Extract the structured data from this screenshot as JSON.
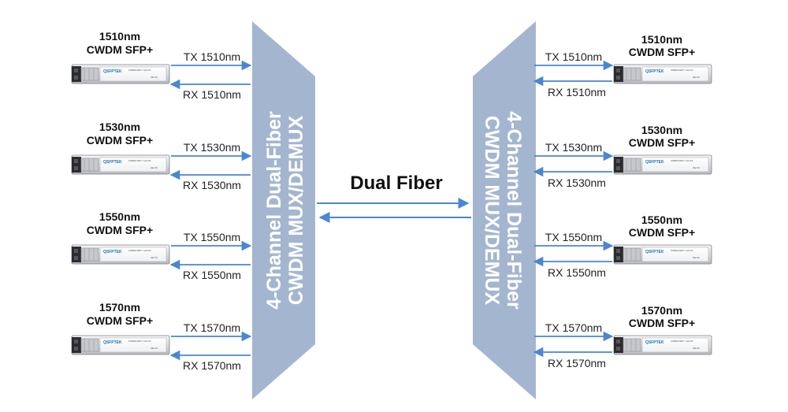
{
  "center": {
    "label": "Dual Fiber"
  },
  "mux_left": {
    "line1": "4-Channel Dual-Fiber",
    "line2": "CWDM MUX/DEMUX"
  },
  "mux_right": {
    "line1": "4-Channel Dual-Fiber",
    "line2": "CWDM MUX/DEMUX"
  },
  "module": {
    "brand": "QSFPTEK",
    "part": "CWDM-SFP-*-LR-XX",
    "marks": "CE FC"
  },
  "colors": {
    "mux_fill": "#a4b6cf",
    "arrow": "#4a86d4",
    "module_body": "#e9eaec"
  },
  "left_channels": [
    {
      "wavelength": "1510nm",
      "module": "CWDM SFP+",
      "tx": "TX 1510nm",
      "rx": "RX 1510nm"
    },
    {
      "wavelength": "1530nm",
      "module": "CWDM SFP+",
      "tx": "TX 1530nm",
      "rx": "RX 1530nm"
    },
    {
      "wavelength": "1550nm",
      "module": "CWDM SFP+",
      "tx": "TX 1550nm",
      "rx": "RX 1550nm"
    },
    {
      "wavelength": "1570nm",
      "module": "CWDM SFP+",
      "tx": "TX 1570nm",
      "rx": "RX 1570nm"
    }
  ],
  "right_channels": [
    {
      "wavelength": "1510nm",
      "module": "CWDM SFP+",
      "tx": "TX 1510nm",
      "rx": "RX 1510nm"
    },
    {
      "wavelength": "1530nm",
      "module": "CWDM SFP+",
      "tx": "TX 1530nm",
      "rx": "RX 1530nm"
    },
    {
      "wavelength": "1550nm",
      "module": "CWDM SFP+",
      "tx": "TX 1550nm",
      "rx": "RX 1550nm"
    },
    {
      "wavelength": "1570nm",
      "module": "CWDM SFP+",
      "tx": "TX 1570nm",
      "rx": "RX 1570nm"
    }
  ]
}
